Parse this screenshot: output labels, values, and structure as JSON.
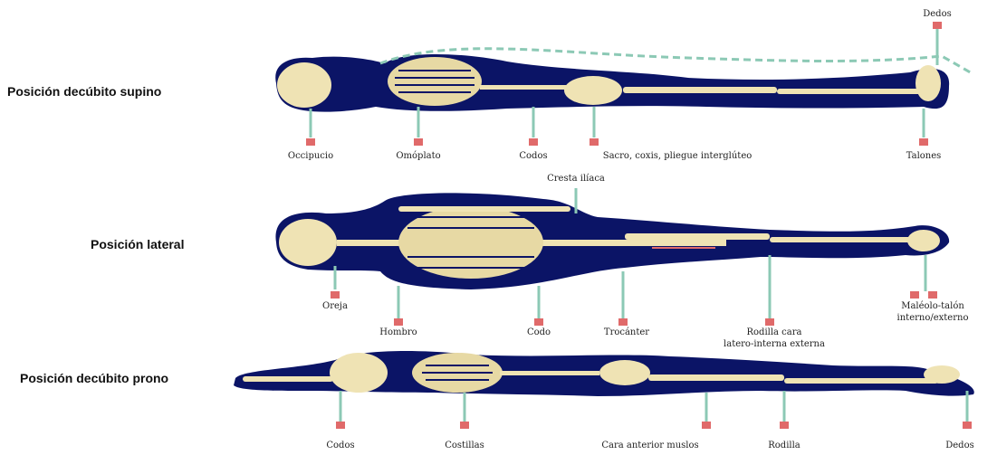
{
  "rows": [
    {
      "title": "Posición decúbito supino",
      "labels": [
        "Occipucio",
        "Omóplato",
        "Codos",
        "Sacro, coxis, pliegue interglúteo",
        "Talones",
        "Dedos"
      ]
    },
    {
      "title": "Posición lateral",
      "labels": [
        "Cresta ilíaca",
        "Oreja",
        "Hombro",
        "Codo",
        "Trocánter",
        "Rodilla cara",
        "latero-interna externa",
        "Maléolo-talón",
        "interno/externo"
      ]
    },
    {
      "title": "Posición decúbito prono",
      "labels": [
        "Codos",
        "Costillas",
        "Cara anterior muslos",
        "Rodilla",
        "Dedos"
      ]
    }
  ],
  "colors": {
    "body": "#0b1466",
    "bone": "#efe3b4",
    "marker": "#e06a6a",
    "pointer": "#8cc9b5"
  }
}
